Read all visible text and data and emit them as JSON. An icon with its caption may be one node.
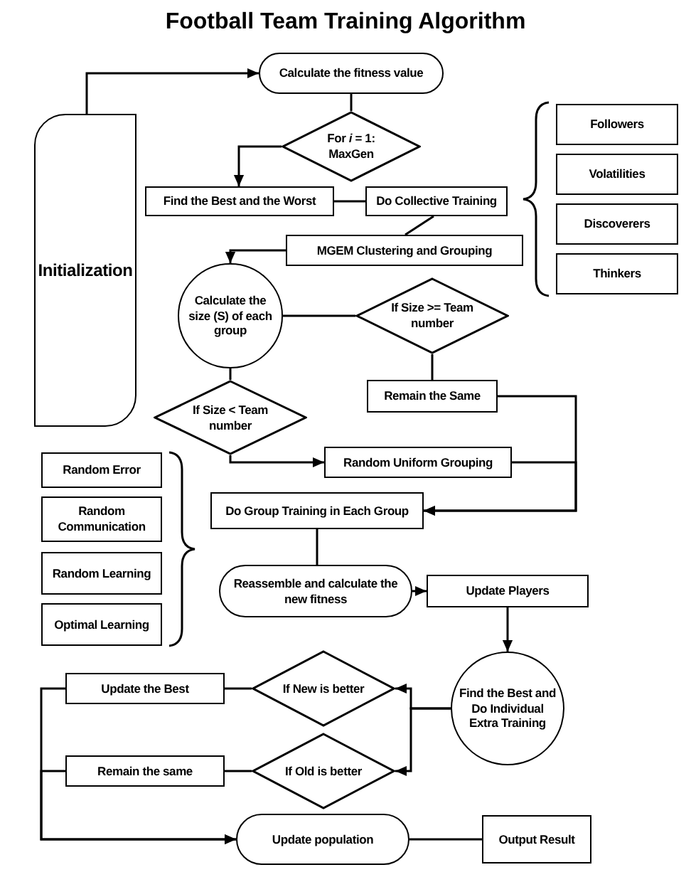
{
  "diagram": {
    "title": "Football Team Training Algorithm",
    "nodes": [
      {
        "text": [
          "Initialization"
        ]
      },
      {
        "text": [
          "Calculate the fitness value"
        ]
      },
      {
        "text": [
          "For *i* = 1: MaxGen"
        ]
      },
      {
        "text": [
          "Find the Best and the Worst"
        ]
      },
      {
        "text": [
          "Do Collective Training"
        ]
      },
      {
        "text": [
          "MGEM Clustering and Grouping"
        ]
      },
      {
        "text": [
          "Calculate the size (S) of each group"
        ]
      },
      {
        "text": [
          "If Size >= Team number"
        ]
      },
      {
        "text": [
          "Remain the Same"
        ]
      },
      {
        "text": [
          "If Size < Team number"
        ]
      },
      {
        "text": [
          "Random Uniform Grouping"
        ]
      },
      {
        "text": [
          "Do Group Training in Each Group"
        ]
      },
      {
        "text": [
          "Reassemble and calculate the new fitness"
        ]
      },
      {
        "text": [
          "Update Players"
        ]
      },
      {
        "text": [
          "Find the Best and Do Individual Extra Training"
        ]
      },
      {
        "text": [
          "If New is better"
        ]
      },
      {
        "text": [
          "Update the Best"
        ]
      },
      {
        "text": [
          "If Old is better"
        ]
      },
      {
        "text": [
          "Remain the same"
        ]
      },
      {
        "text": [
          "Update population"
        ]
      },
      {
        "text": [
          "Output Result"
        ]
      },
      {
        "text": [
          "Followers"
        ]
      },
      {
        "text": [
          "Volatilities"
        ]
      },
      {
        "text": [
          "Discoverers"
        ]
      },
      {
        "text": [
          "Thinkers"
        ]
      },
      {
        "text": [
          "Random Error"
        ]
      },
      {
        "text": [
          "Random Communication"
        ]
      },
      {
        "text": [
          "Random Learning"
        ]
      },
      {
        "text": [
          "Optimal Learning"
        ]
      }
    ],
    "edges": [
      {
        "from": 0,
        "to": 1,
        "arrow": "to"
      },
      {
        "from": 1,
        "to": 2,
        "arrow": "none"
      },
      {
        "from": 2,
        "to": 3,
        "arrow": "to"
      },
      {
        "from": 3,
        "to": 4,
        "arrow": "none"
      },
      {
        "from": 4,
        "to": 5,
        "arrow": "none"
      },
      {
        "from": 5,
        "to": 6,
        "arrow": "to"
      },
      {
        "from": 6,
        "to": 7,
        "arrow": "none"
      },
      {
        "from": 7,
        "to": 8,
        "arrow": "none"
      },
      {
        "from": 6,
        "to": 9,
        "arrow": "none"
      },
      {
        "from": 9,
        "to": 10,
        "arrow": "to"
      },
      {
        "from": 8,
        "to": 11,
        "arrow": "to"
      },
      {
        "from": 10,
        "to": 11,
        "arrow": "to"
      },
      {
        "from": 11,
        "to": 12,
        "arrow": "none"
      },
      {
        "from": 12,
        "to": 13,
        "arrow": "to"
      },
      {
        "from": 13,
        "to": 14,
        "arrow": "to"
      },
      {
        "from": 14,
        "to": 15,
        "arrow": "to"
      },
      {
        "from": 14,
        "to": 17,
        "arrow": "to"
      },
      {
        "from": 15,
        "to": 16,
        "arrow": "none"
      },
      {
        "from": 17,
        "to": 18,
        "arrow": "none"
      },
      {
        "from": 16,
        "to": 19,
        "arrow": "to"
      },
      {
        "from": 18,
        "to": 19,
        "arrow": "to"
      },
      {
        "from": 19,
        "to": 20,
        "arrow": "none"
      }
    ]
  }
}
